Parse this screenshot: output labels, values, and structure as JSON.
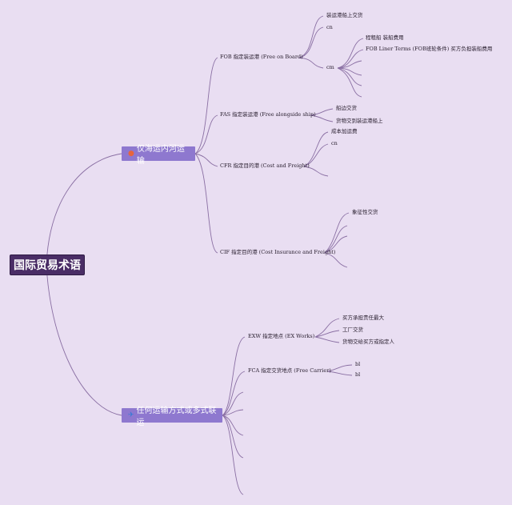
{
  "root": {
    "label": "国际贸易术语"
  },
  "categories": [
    {
      "label": "仅海运内河运输",
      "icon": "mark-icon"
    },
    {
      "label": "任何运输方式或多式联运",
      "icon": "plane-icon"
    }
  ],
  "sea_terms": {
    "fob": {
      "label": "FOB 指定装运港 (Free on Board)",
      "children": [
        "装运港船上交货",
        "cn",
        "cm"
      ],
      "cm_children": [
        "程租船 装船费用",
        "FOB Liner Terms (FOB班轮条件) 买方负担装船费用"
      ]
    },
    "fas": {
      "label": "FAS 指定装运港 (Free alongside ship)",
      "children": [
        "船边交货",
        "货物交到装运港船上"
      ]
    },
    "cfr": {
      "label": "CFR 指定目的港 (Cost and Freight)",
      "children": [
        "成本加运费",
        "cn"
      ]
    },
    "cif": {
      "label": "CIF 指定目的港 (Cost Insurance and Freight)",
      "children": [
        "象征性交货"
      ]
    }
  },
  "any_terms": {
    "exw": {
      "label": "EXW 指定地点 (EX Works)",
      "children": [
        "买方承担责任最大",
        "工厂交货",
        "货物交给买方或指定人"
      ]
    },
    "fca": {
      "label": "FCA 指定交货地点 (Free Carrier)",
      "children": [
        "bl",
        "bl"
      ]
    }
  },
  "colors": {
    "background": "#e9def2",
    "root": "#4a2d66",
    "category": "#8e78cf",
    "branch": "#8a6fa3",
    "sea_icon": "#e8643c",
    "any_icon": "#3a7bd5"
  }
}
